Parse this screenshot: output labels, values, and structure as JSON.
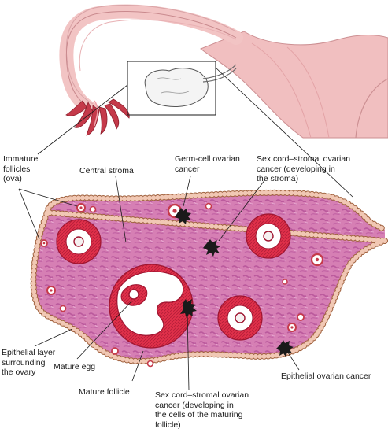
{
  "colors": {
    "stroma": "#d67fb4",
    "stroma_texture": "#b9579a",
    "follicle_red": "#e0304a",
    "follicle_dark": "#9e1530",
    "tube_pink": "#f2c4c4",
    "tube_line": "#d9a3a6",
    "fimbria": "#c53a4a",
    "uterus_pink": "#f1bfc0",
    "ovary_white": "#f4f4f4",
    "tumor": "#1a1a1a",
    "edge_bead": "#f1c8b4",
    "edge_bead_line": "#a0623f"
  },
  "labels": {
    "immature_follicles": [
      "Immature",
      "follicles",
      "(ova)"
    ],
    "central_stroma": [
      "Central stroma"
    ],
    "germ_cell": [
      "Germ-cell ovarian",
      "cancer"
    ],
    "sex_cord_stroma": [
      "Sex cord–stromal ovarian",
      "cancer (developing in",
      "the stroma)"
    ],
    "epithelial_layer": [
      "Epithelial layer",
      "surrounding",
      "the ovary"
    ],
    "mature_egg": [
      "Mature egg"
    ],
    "mature_follicle": [
      "Mature follicle"
    ],
    "sex_cord_follicle": [
      "Sex cord–stromal ovarian",
      "cancer (developing in",
      "the cells of the maturing",
      "follicle)"
    ],
    "epithelial_cancer": [
      "Epithelial ovarian cancer"
    ]
  }
}
